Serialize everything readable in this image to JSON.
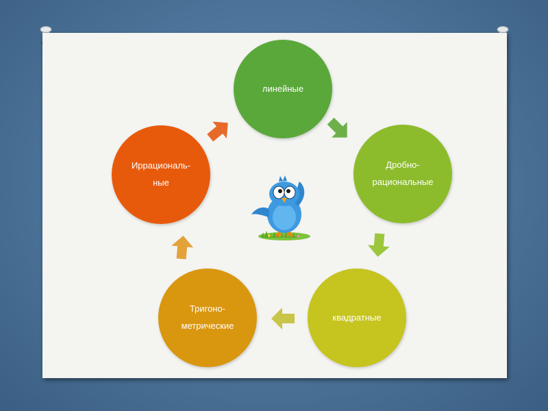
{
  "diagram": {
    "nodes": [
      {
        "id": "linear",
        "label": "линейные",
        "color": "#5aa83a"
      },
      {
        "id": "fractional",
        "label": "Дробно-\nрациональные",
        "color": "#8cbc2c"
      },
      {
        "id": "quadratic",
        "label": "квадратные",
        "color": "#c6c41e"
      },
      {
        "id": "trigonometric",
        "label": "Тригоно-\nметрические",
        "color": "#d9960f"
      },
      {
        "id": "irrational",
        "label": "Иррациональ-\nные",
        "color": "#e85a0b"
      }
    ],
    "arrow_colors": {
      "linear_to_fractional": "#6db04a",
      "fractional_to_quadratic": "#9cc63c",
      "quadratic_to_trigonometric": "#c8c548",
      "trigonometric_to_irrational": "#e4a23a",
      "irrational_to_linear": "#e86a2a"
    }
  }
}
